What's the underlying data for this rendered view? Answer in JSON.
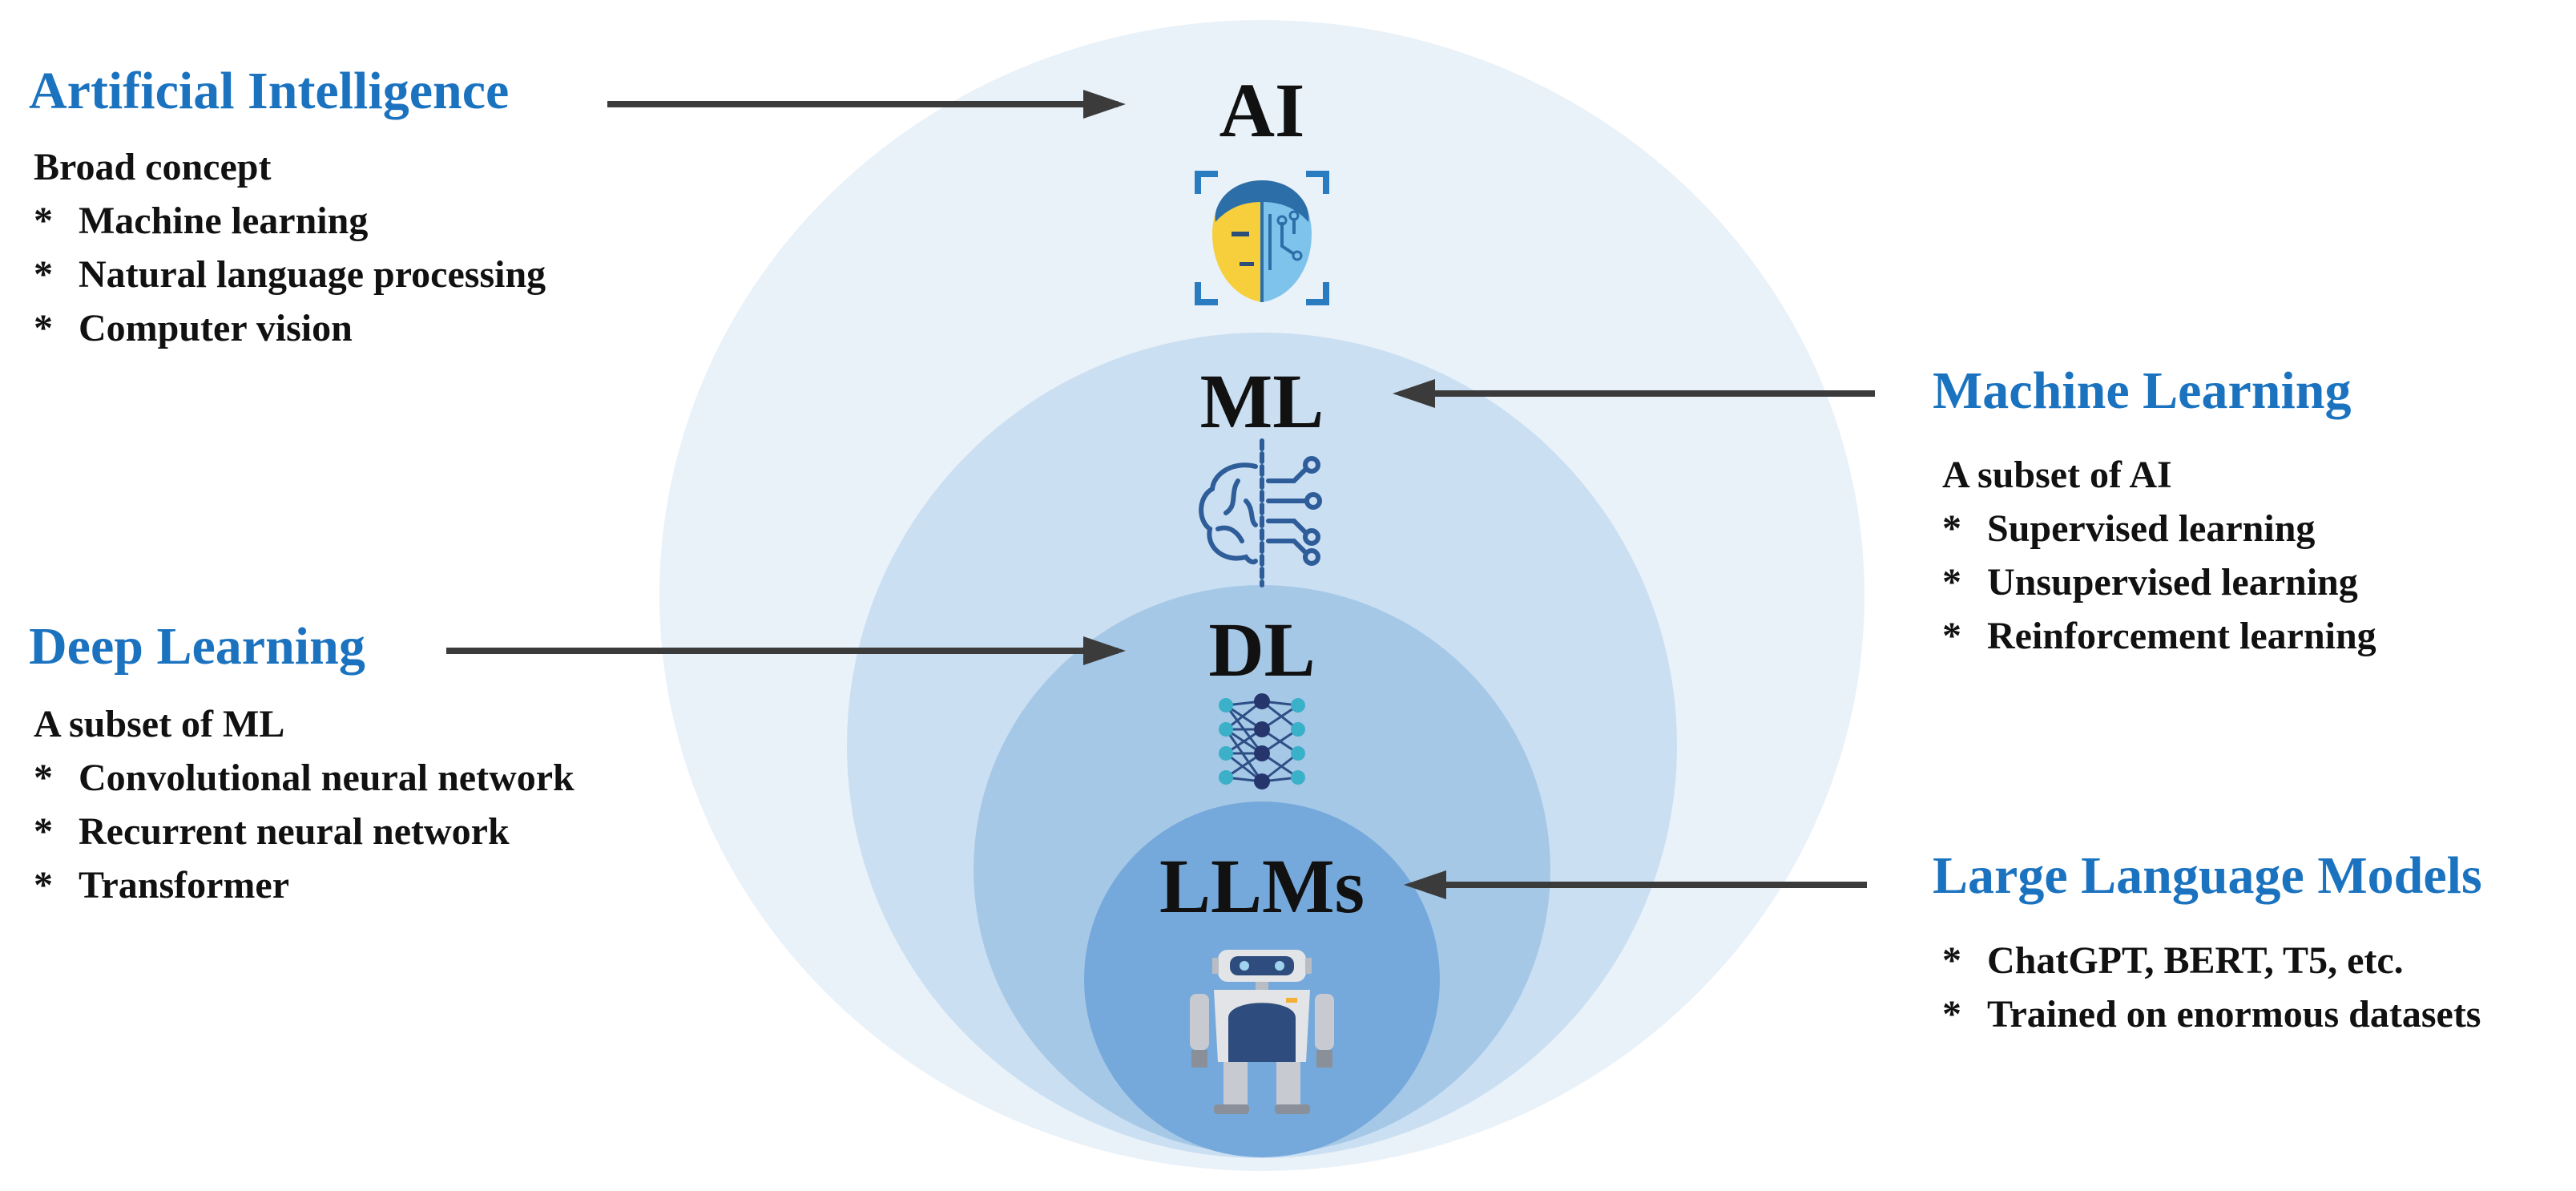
{
  "colors": {
    "outer_circle": "#e9f1f9",
    "ml_circle": "#cadff2",
    "dl_circle": "#a6c8e7",
    "llm_circle": "#76a9db",
    "heading": "#1b73c0",
    "arrow": "#3b3b3b"
  },
  "layers": {
    "ai": {
      "label": "AI",
      "icon": "ai-face-icon"
    },
    "ml": {
      "label": "ML",
      "icon": "brain-circuit-icon"
    },
    "dl": {
      "label": "DL",
      "icon": "neural-network-icon"
    },
    "llm": {
      "label": "LLMs",
      "icon": "robot-icon"
    }
  },
  "panels": {
    "ai": {
      "heading": "Artificial Intelligence",
      "intro": "Broad concept",
      "items": [
        "Machine learning",
        "Natural language processing",
        "Computer vision"
      ]
    },
    "ml": {
      "heading": "Machine Learning",
      "intro": "A subset of AI",
      "items": [
        "Supervised learning",
        "Unsupervised learning",
        "Reinforcement learning"
      ]
    },
    "dl": {
      "heading": "Deep Learning",
      "intro": "A subset of ML",
      "items": [
        "Convolutional neural network",
        "Recurrent neural network",
        "Transformer"
      ]
    },
    "llm": {
      "heading": "Large Language Models",
      "items": [
        "ChatGPT, BERT, T5, etc.",
        "Trained on enormous datasets"
      ]
    }
  },
  "bullet_marker": "*"
}
